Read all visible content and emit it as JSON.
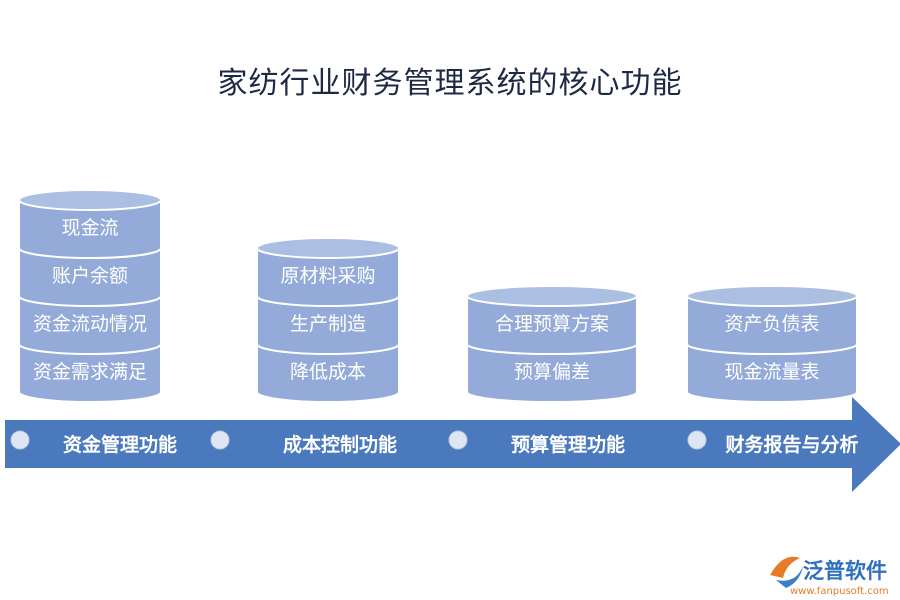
{
  "title": "家纺行业财务管理系统的核心功能",
  "colors": {
    "cylinder_body": "#94abd9",
    "cylinder_top": "#abbfe3",
    "cylinder_edge": "#ffffff",
    "arrow": "#4a79bd",
    "arrow_dot": "#dfe6f3",
    "label_on_arrow": "#ffffff",
    "title": "#1e2a44"
  },
  "stacks": [
    {
      "name": "资金管理功能",
      "layers": [
        "现金流",
        "账户余额",
        "资金流动情况",
        "资金需求满足"
      ]
    },
    {
      "name": "成本控制功能",
      "layers": [
        "原材料采购",
        "生产制造",
        "降低成本"
      ]
    },
    {
      "name": "预算管理功能",
      "layers": [
        "合理预算方案",
        "预算偏差"
      ]
    },
    {
      "name": "财务报告与分析",
      "layers": [
        "资产负债表",
        "现金流量表"
      ]
    }
  ],
  "watermark": {
    "brand": "泛普软件",
    "url": "www.fanpusoft.com"
  }
}
